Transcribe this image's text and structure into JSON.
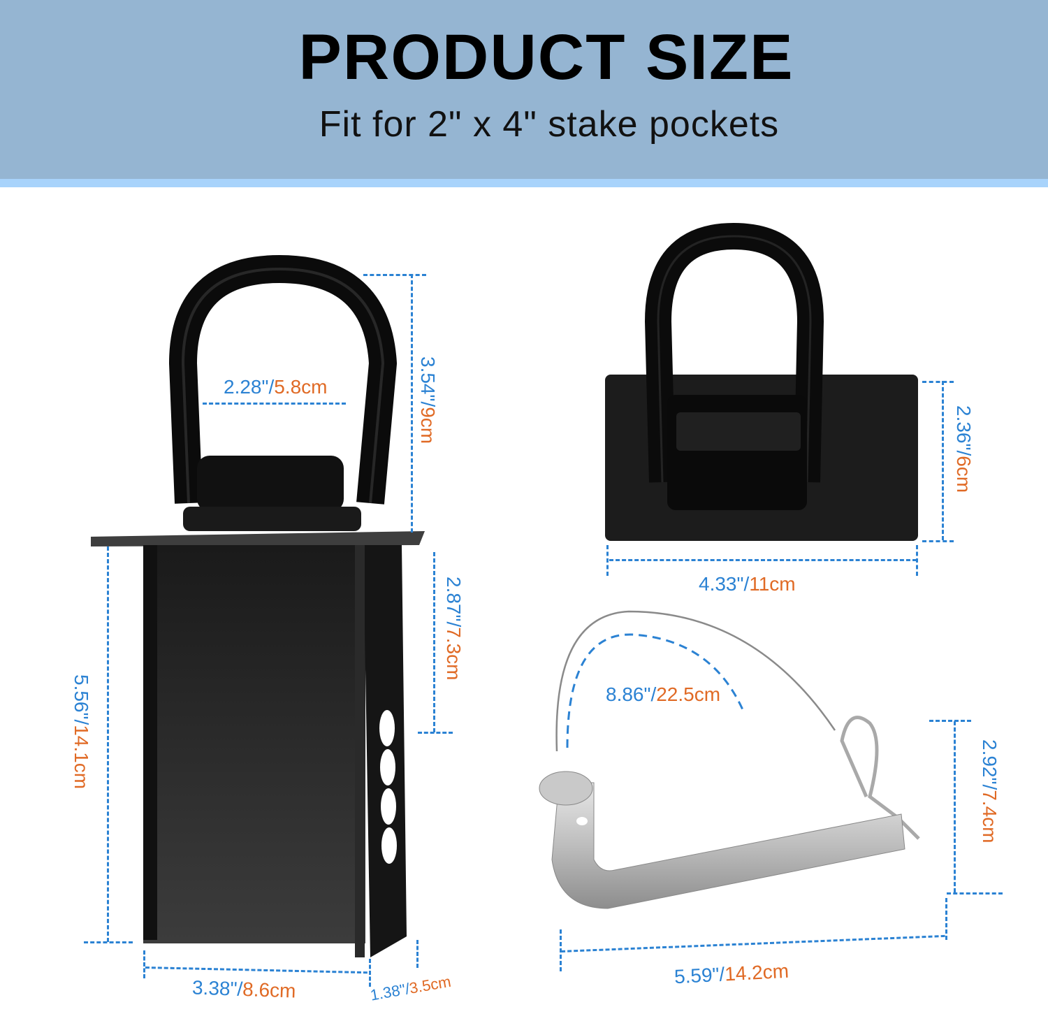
{
  "header": {
    "title": "PRODUCT SIZE",
    "subtitle": "Fit for 2\" x 4\" stake pockets",
    "background_color": "#95b5d2",
    "stripe_color": "#a8d3fb"
  },
  "colors": {
    "inch_text": "#2b82d3",
    "cm_text": "#e06a25",
    "dimension_line": "#2b82d3"
  },
  "products": {
    "stake_pocket_d_ring": {
      "ring_inner_width": {
        "in": "2.28\"",
        "sep": "/",
        "cm": "5.8cm"
      },
      "ring_height": {
        "in": "3.54\"",
        "sep": "/",
        "cm": "9cm"
      },
      "pocket_depth": {
        "in": "2.87\"",
        "sep": "/",
        "cm": "7.3cm"
      },
      "total_height": {
        "in": "5.56\"",
        "sep": "/",
        "cm": "14.1cm"
      },
      "width": {
        "in": "3.38\"",
        "sep": "/",
        "cm": "8.6cm"
      },
      "thickness": {
        "in": "1.38\"",
        "sep": "/",
        "cm": "3.5cm"
      }
    },
    "surface_d_ring": {
      "plate_height": {
        "in": "2.36\"",
        "sep": "/",
        "cm": "6cm"
      },
      "plate_width": {
        "in": "4.33\"",
        "sep": "/",
        "cm": "11cm"
      }
    },
    "hitch_pin": {
      "cable_length": {
        "in": "8.86\"",
        "sep": "/",
        "cm": "22.5cm"
      },
      "height": {
        "in": "2.92\"",
        "sep": "/",
        "cm": "7.4cm"
      },
      "length": {
        "in": "5.59\"",
        "sep": "/",
        "cm": "14.2cm"
      }
    }
  }
}
